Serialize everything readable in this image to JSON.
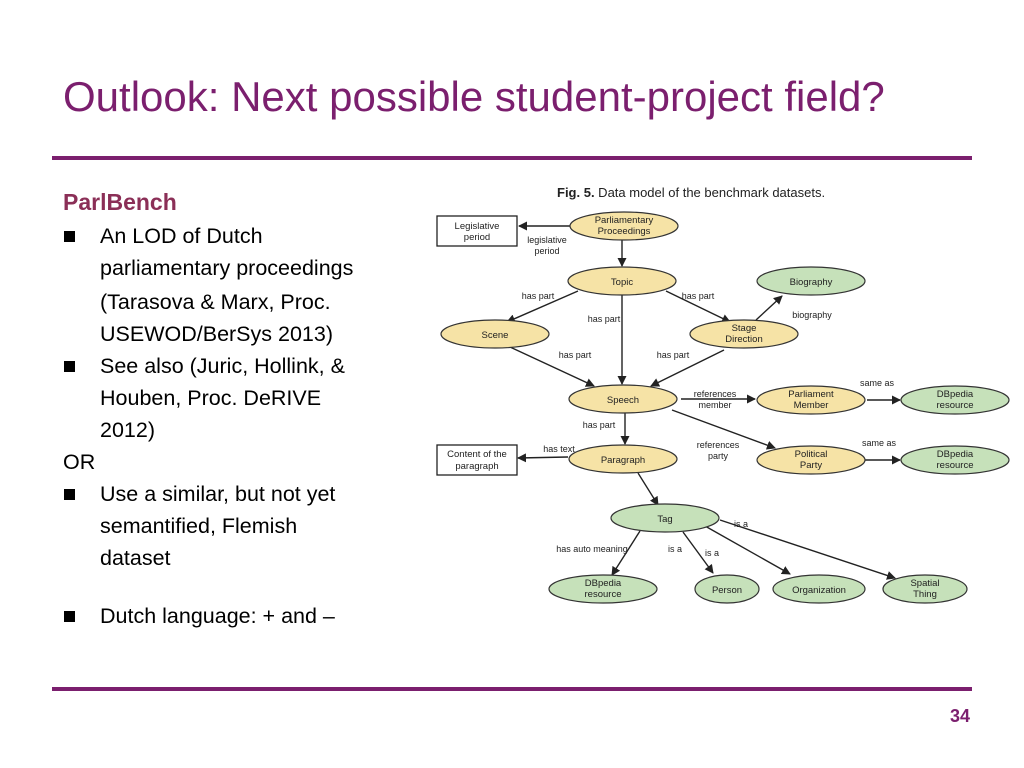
{
  "slide": {
    "title": "Outlook: Next possible student-project field?",
    "page_number": "34"
  },
  "left": {
    "heading": "ParlBench",
    "bullet1": {
      "line1": "An LOD of Dutch",
      "line2": "parliamentary proceedings"
    },
    "citation1": {
      "line1": "(Tarasova & Marx, Proc.",
      "line2": "USEWOD/BerSys 2013)"
    },
    "bullet2": {
      "line1": "See also (Juric, Hollink, &",
      "line2": "Houben, Proc. DeRIVE",
      "line3": "2012)"
    },
    "or_text": "OR",
    "bullet3": {
      "line1": "Use a similar, but not yet",
      "line2": "semantified, Flemish",
      "line3": "dataset"
    },
    "bullet4": "Dutch language: + and –"
  },
  "figure": {
    "caption_label": "Fig. 5.",
    "caption_text": " Data model of the benchmark datasets.",
    "colors": {
      "yellow_fill": "#f6e3a6",
      "green_fill": "#c6e1ba",
      "stroke": "#333333",
      "accent": "#7b1f6e"
    },
    "nodes": {
      "legislative_period": [
        "Legislative",
        "period"
      ],
      "parliamentary_proceedings": [
        "Parliamentary",
        "Proceedings"
      ],
      "topic": [
        "Topic"
      ],
      "biography": [
        "Biography"
      ],
      "scene": [
        "Scene"
      ],
      "stage_direction": [
        "Stage",
        "Direction"
      ],
      "speech": [
        "Speech"
      ],
      "parliament_member": [
        "Parliament",
        "Member"
      ],
      "dbpedia1": [
        "DBpedia",
        "resource"
      ],
      "content_paragraph": [
        "Content of the",
        "paragraph"
      ],
      "paragraph": [
        "Paragraph"
      ],
      "political_party": [
        "Political",
        "Party"
      ],
      "dbpedia2": [
        "DBpedia",
        "resource"
      ],
      "tag": [
        "Tag"
      ],
      "dbpedia3": [
        "DBpedia",
        "resource"
      ],
      "person": [
        "Person"
      ],
      "organization": [
        "Organization"
      ],
      "spatial_thing": [
        "Spatial",
        "Thing"
      ]
    },
    "edges": {
      "legislative_period": [
        "legislative",
        "period"
      ],
      "topic_scene": "has part",
      "topic_stage": "has part",
      "topic_speech": "has part",
      "biography": "biography",
      "scene_speech": "has part",
      "stage_speech": "has part",
      "references_member": [
        "references",
        "member"
      ],
      "same_as_1": "same as",
      "speech_paragraph": "has part",
      "has_text": "has text",
      "references_party": [
        "references",
        "party"
      ],
      "same_as_2": "same as",
      "is_a_spatial": "is a",
      "has_auto_meaning": "has auto meaning",
      "is_a_person": "is a",
      "is_a_org": "is a"
    }
  }
}
